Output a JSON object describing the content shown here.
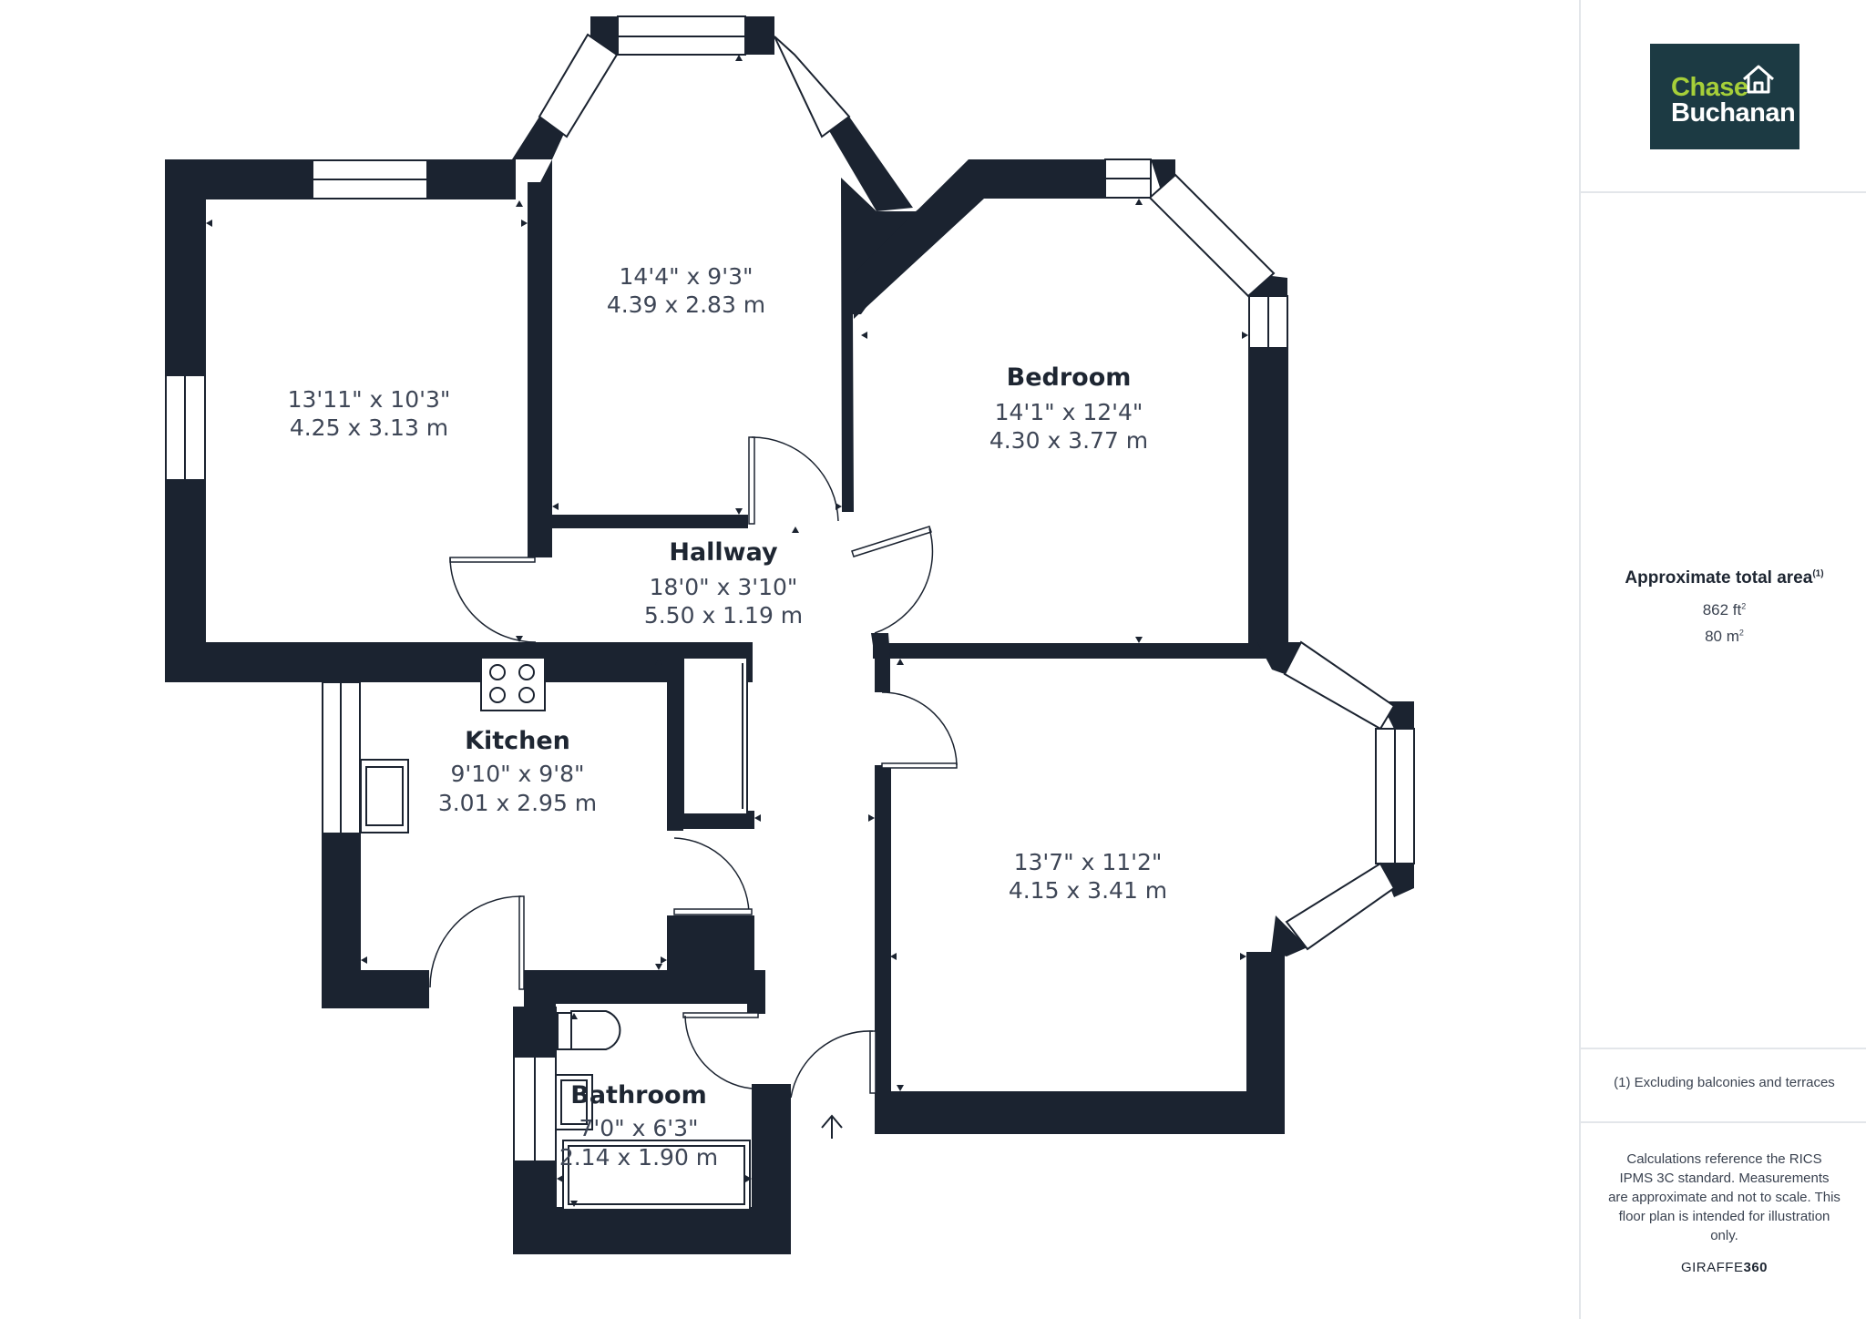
{
  "rooms": [
    {
      "key": "room_left",
      "name": "",
      "imperial": "13'11\" x 10'3\"",
      "metric": "4.25 x 3.13 m"
    },
    {
      "key": "room_top",
      "name": "",
      "imperial": "14'4\" x 9'3\"",
      "metric": "4.39 x 2.83 m"
    },
    {
      "key": "bedroom",
      "name": "Bedroom",
      "imperial": "14'1\" x 12'4\"",
      "metric": "4.30 x 3.77 m"
    },
    {
      "key": "hallway",
      "name": "Hallway",
      "imperial": "18'0\" x 3'10\"",
      "metric": "5.50 x 1.19 m"
    },
    {
      "key": "kitchen",
      "name": "Kitchen",
      "imperial": "9'10\" x 9'8\"",
      "metric": "3.01 x 2.95 m"
    },
    {
      "key": "room_right",
      "name": "",
      "imperial": "13'7\" x 11'2\"",
      "metric": "4.15 x 3.41 m"
    },
    {
      "key": "bathroom",
      "name": "Bathroom",
      "imperial": "7'0\" x 6'3\"",
      "metric": "2.14 x 1.90 m"
    }
  ],
  "logo": {
    "line1": "Chase",
    "line2": "Buchanan"
  },
  "area": {
    "title": "Approximate total area",
    "note_marker": "(1)",
    "sqft": "862 ft",
    "sqm": "80 m",
    "sup": "2"
  },
  "footnote": "(1) Excluding balconies and terraces",
  "disclaimer": "Calculations reference the RICS IPMS 3C standard. Measurements are approximate and not to scale. This floor plan is intended for illustration only.",
  "brand": {
    "part1": "GIRAFFE",
    "part2": "360"
  },
  "colors": {
    "wall": "#1b2330",
    "logo_bg": "#1c3a43",
    "logo_accent": "#a6cf39"
  }
}
